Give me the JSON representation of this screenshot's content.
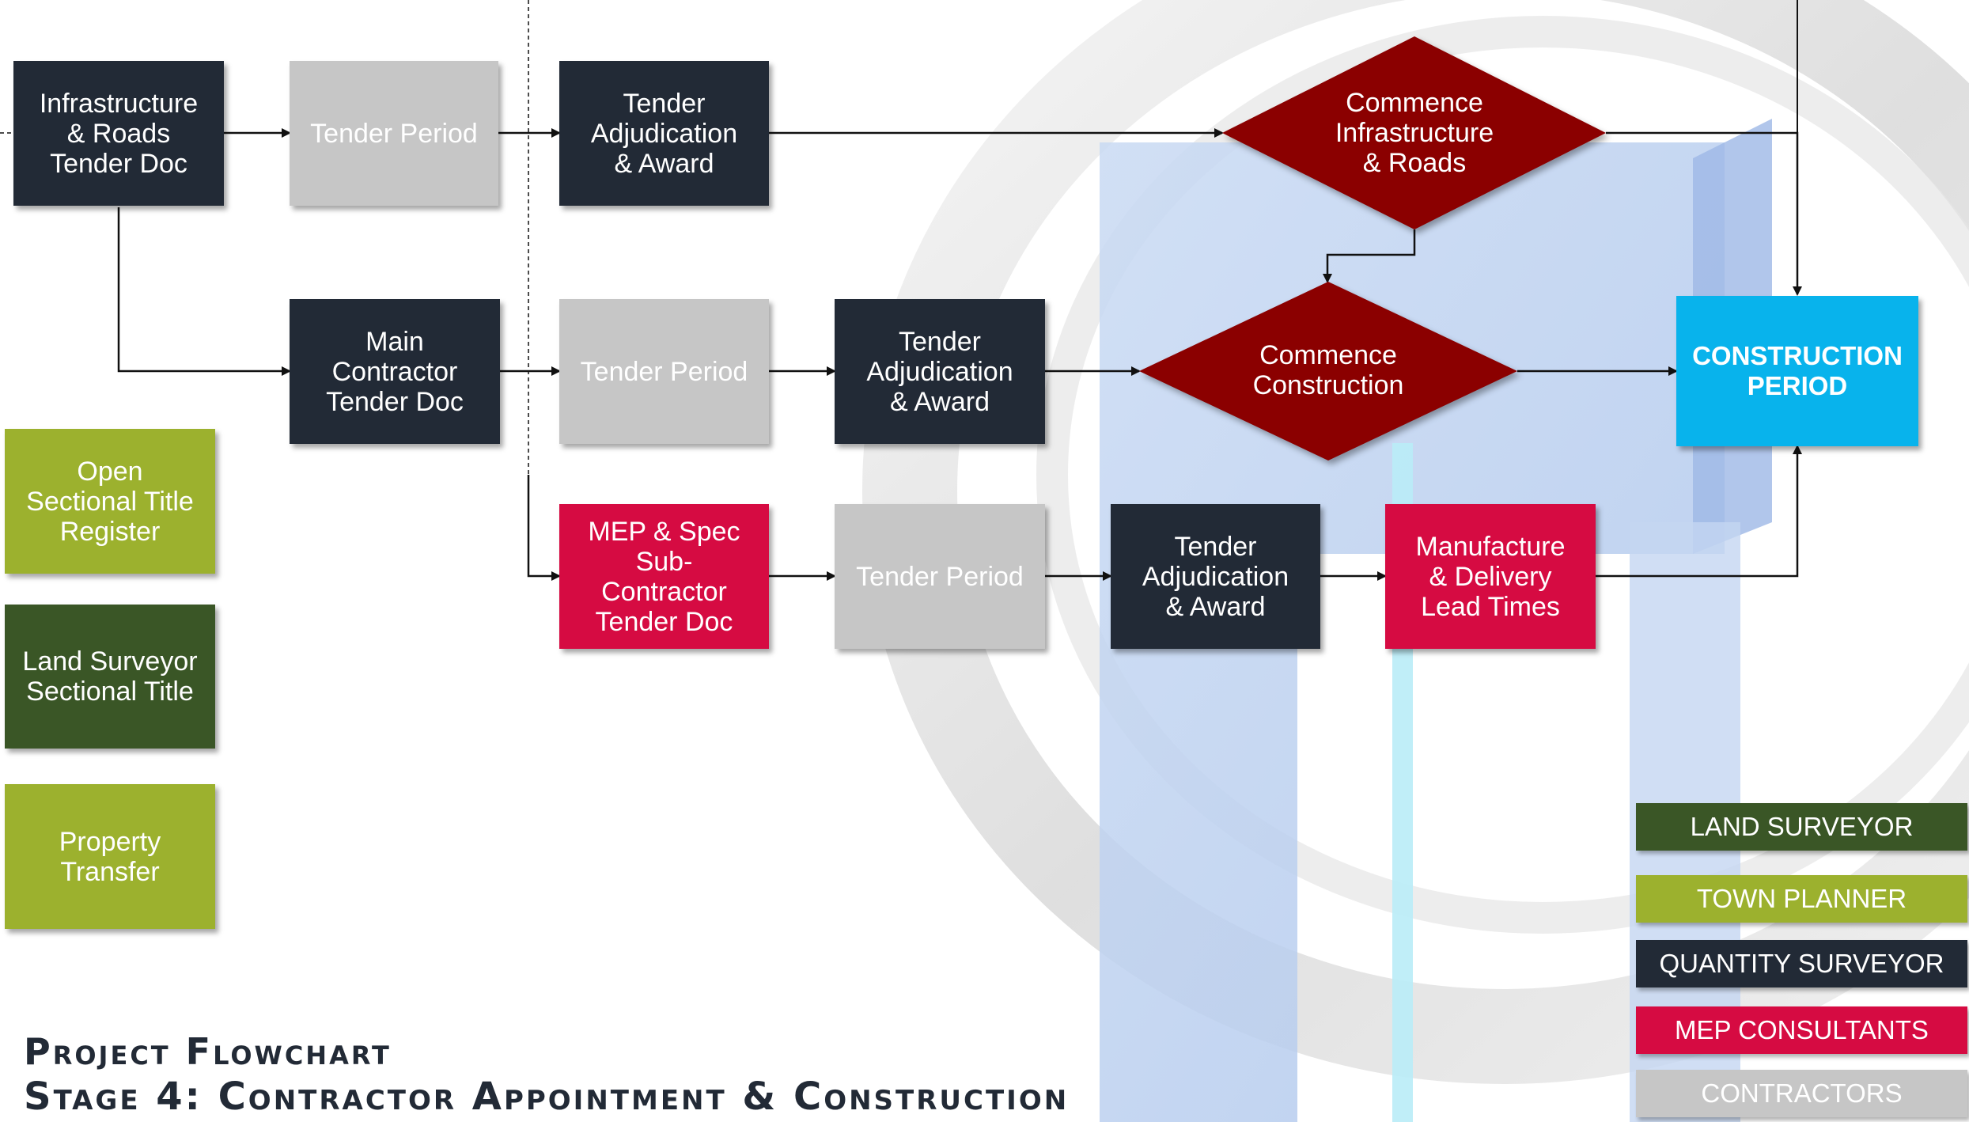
{
  "nodes": {
    "infra_tender_doc": "Infrastructure\n& Roads\nTender Doc",
    "tender_period_1": "Tender Period",
    "adjudication_1": "Tender\nAdjudication\n& Award",
    "commence_infra": "Commence\nInfrastructure\n& Roads",
    "main_contractor_doc": "Main\nContractor\nTender Doc",
    "tender_period_2": "Tender Period",
    "adjudication_2": "Tender\nAdjudication\n& Award",
    "commence_construction": "Commence\nConstruction",
    "construction_period": "CONSTRUCTION\nPERIOD",
    "mep_tender_doc": "MEP & Spec\nSub-\nContractor\nTender Doc",
    "tender_period_3": "Tender Period",
    "adjudication_3": "Tender\nAdjudication\n& Award",
    "manufacture_delivery": "Manufacture\n& Delivery\nLead Times",
    "open_register": "Open\nSectional Title\nRegister",
    "land_surveyor_sectional": "Land Surveyor\nSectional Title",
    "property_transfer": "Property\nTransfer"
  },
  "legend": [
    {
      "label": "LAND SURVEYOR",
      "color": "#3a5626"
    },
    {
      "label": "TOWN PLANNER",
      "color": "#9cb12e"
    },
    {
      "label": "QUANTITY SURVEYOR",
      "color": "#222a36"
    },
    {
      "label": "MEP CONSULTANTS",
      "color": "#d60b42"
    },
    {
      "label": "CONTRACTORS",
      "color": "#c6c6c6"
    }
  ],
  "colors": {
    "quantity_surveyor": "#222a36",
    "contractors": "#c6c6c6",
    "mep_consultants": "#d60b42",
    "town_planner": "#9cb12e",
    "land_surveyor": "#3a5626",
    "construction": "#08b3ec",
    "diamond": "#8b0000"
  },
  "title": {
    "line1": "Project Flowchart",
    "line2": "Stage 4: Contractor Appointment & Construction"
  }
}
